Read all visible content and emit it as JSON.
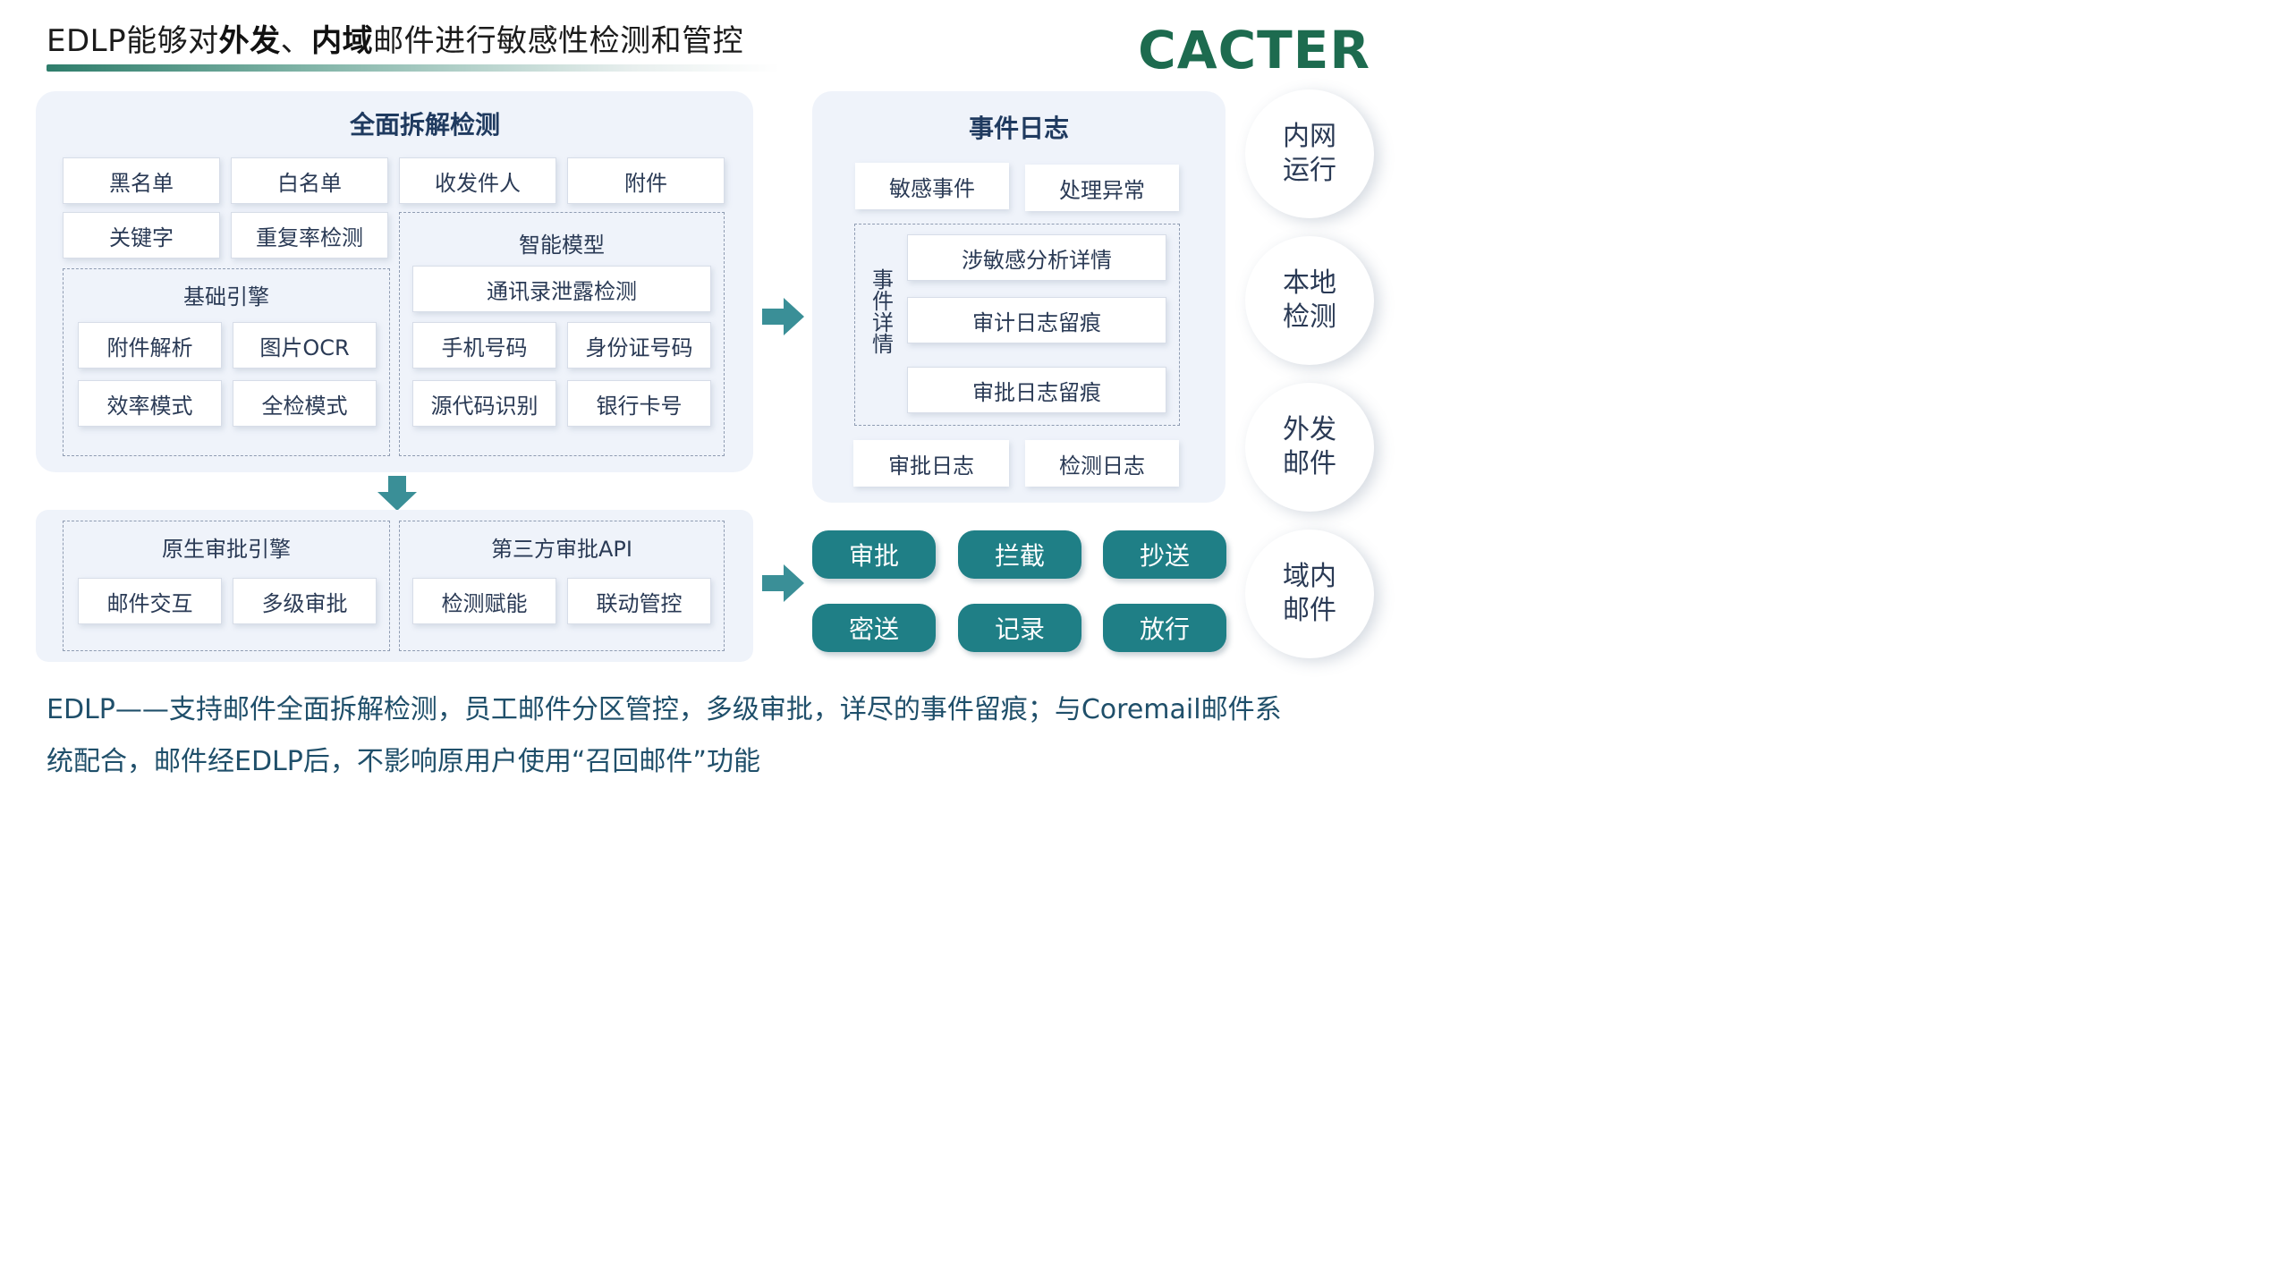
{
  "header": {
    "title_prefix": "EDLP能够对",
    "title_bold1": "外发",
    "title_sep": "、",
    "title_bold2": "内域",
    "title_suffix": "邮件进行敏感性检测和管控",
    "brand": "CACTER"
  },
  "detect_panel": {
    "title": "全面拆解检测",
    "row1": [
      "黑名单",
      "白名单",
      "收发件人",
      "附件"
    ],
    "row2": [
      "关键字",
      "重复率检测"
    ],
    "basic_engine": {
      "title": "基础引擎",
      "items": [
        "附件解析",
        "图片OCR",
        "效率模式",
        "全检模式"
      ]
    },
    "smart_model": {
      "title": "智能模型",
      "top": "通讯录泄露检测",
      "items": [
        "手机号码",
        "身份证号码",
        "源代码识别",
        "银行卡号"
      ]
    }
  },
  "approval_panel": {
    "native": {
      "title": "原生审批引擎",
      "items": [
        "邮件交互",
        "多级审批"
      ]
    },
    "third": {
      "title": "第三方审批API",
      "items": [
        "检测赋能",
        "联动管控"
      ]
    }
  },
  "log_panel": {
    "title": "事件日志",
    "top": [
      "敏感事件",
      "处理异常"
    ],
    "detail_label": "事件详情",
    "detail_items": [
      "涉敏感分析详情",
      "审计日志留痕",
      "审批日志留痕"
    ],
    "bottom": [
      "审批日志",
      "检测日志"
    ]
  },
  "actions": [
    "审批",
    "拦截",
    "抄送",
    "密送",
    "记录",
    "放行"
  ],
  "scenarios": [
    "内网\n运行",
    "本地\n检测",
    "外发\n邮件",
    "域内\n邮件"
  ],
  "footer": {
    "line1": "EDLP——支持邮件全面拆解检测，员工邮件分区管控，多级审批，详尽的事件留痕；与Coremail邮件系",
    "line2": "统配合，邮件经EDLP后，不影响原用户使用“召回邮件”功能"
  },
  "colors": {
    "teal": "#1f7f86",
    "brand_green": "#1d6b4f",
    "panel_bg": "#eff3fa",
    "arrow": "#3a8f97"
  }
}
